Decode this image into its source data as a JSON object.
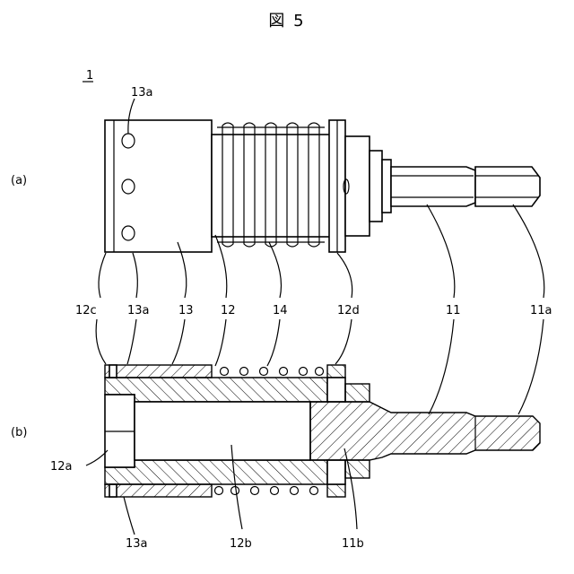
{
  "figure": {
    "title": "図 5",
    "assembly_ref": "1",
    "view_a_label": "(a)",
    "view_b_label": "(b)"
  },
  "labels": {
    "l_13a_top": "13a",
    "l_12c": "12c",
    "l_13a_mid": "13a",
    "l_13": "13",
    "l_12": "12",
    "l_14": "14",
    "l_12d": "12d",
    "l_11": "11",
    "l_11a": "11a",
    "l_12a": "12a",
    "l_13a_bottom": "13a",
    "l_12b": "12b",
    "l_11b": "11b"
  }
}
